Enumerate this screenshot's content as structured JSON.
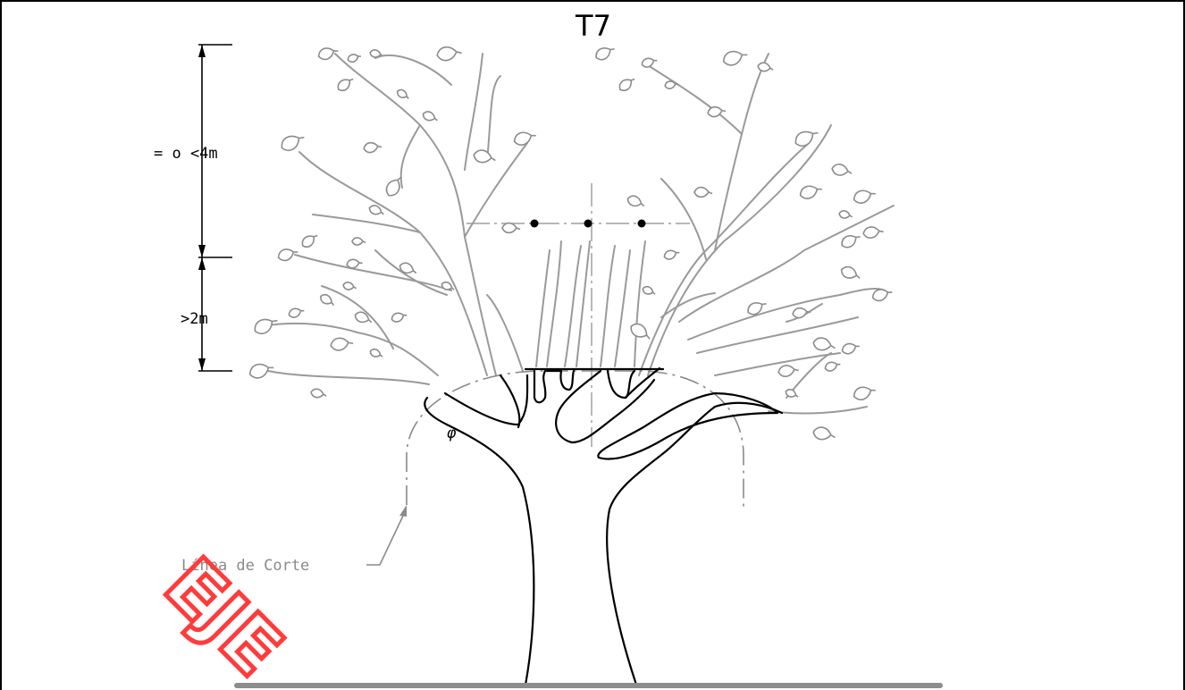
{
  "drawing": {
    "title": "T7",
    "dimension_upper": "= o <4m",
    "dimension_lower": ">2m",
    "cut_line_label": "Línea de Corte",
    "diameter_symbol": "φ",
    "watermark": "EJE"
  },
  "colors": {
    "lines": "#000000",
    "canopy": "#9a9a9a",
    "ground": "#8d8d8d",
    "watermark": "#ff3b3b"
  }
}
